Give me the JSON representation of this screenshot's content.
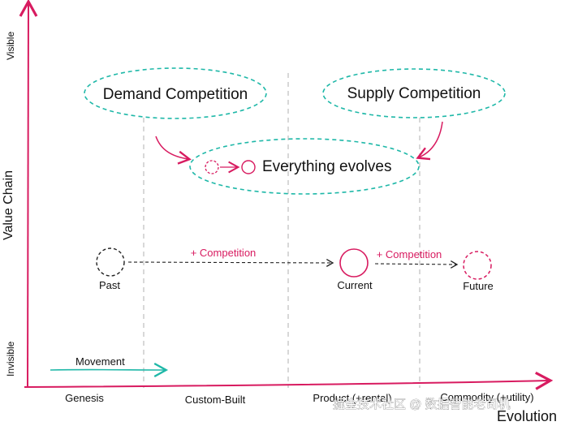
{
  "axes": {
    "y_title": "Value Chain",
    "y_top": "Visible",
    "y_bottom": "Invisible",
    "x_title": "Evolution",
    "x_stages": [
      "Genesis",
      "Custom-Built",
      "Product (+rental)",
      "Commodity (+utility)"
    ]
  },
  "bubbles": {
    "demand": "Demand Competition",
    "supply": "Supply Competition",
    "center": "Everything evolves"
  },
  "nodes": {
    "past": "Past",
    "current": "Current",
    "future": "Future"
  },
  "arrows": {
    "competition_1": "+ Competition",
    "competition_2": "+ Competition"
  },
  "legend": {
    "movement": "Movement"
  },
  "watermark": "掘金技术社区 @ 数据智能老司机",
  "colors": {
    "axis": "#d81b60",
    "accent": "#d81b60",
    "teal": "#1fb8a8",
    "divider": "#bdbdbd",
    "dash_black": "#222222"
  }
}
